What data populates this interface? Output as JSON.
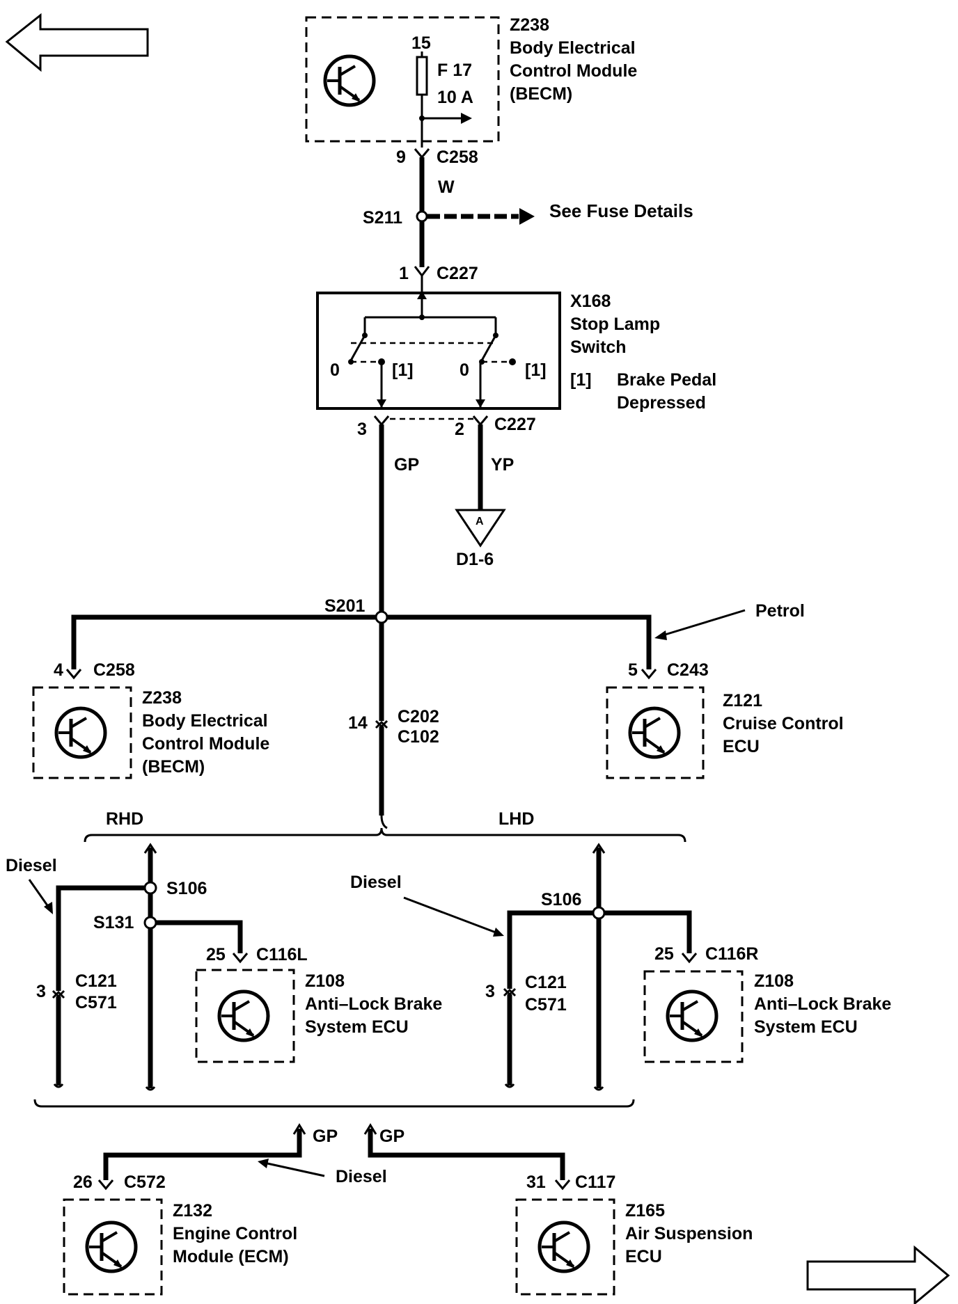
{
  "modules": {
    "becm_top": {
      "id": "Z238",
      "line1": "Body Electrical",
      "line2": "Control Module",
      "line3": "(BECM)"
    },
    "becm_left": {
      "id": "Z238",
      "line1": "Body Electrical",
      "line2": "Control Module",
      "line3": "(BECM)"
    },
    "cruise": {
      "id": "Z121",
      "line1": "Cruise Control",
      "line2": "ECU"
    },
    "abs_rhd": {
      "id": "Z108",
      "line1": "Anti–Lock Brake",
      "line2": "System ECU"
    },
    "abs_lhd": {
      "id": "Z108",
      "line1": "Anti–Lock Brake",
      "line2": "System ECU"
    },
    "ecm": {
      "id": "Z132",
      "line1": "Engine Control",
      "line2": "Module (ECM)"
    },
    "air": {
      "id": "Z165",
      "line1": "Air Suspension",
      "line2": "ECU"
    }
  },
  "fuse": {
    "pin": "15",
    "name": "F 17",
    "rating": "10 A"
  },
  "switch": {
    "id": "X168",
    "line1": "Stop Lamp",
    "line2": "Switch",
    "pos0": "0",
    "pos1": "[1]",
    "legend_key": "[1]",
    "legend_l1": "Brake Pedal",
    "legend_l2": "Depressed"
  },
  "connectors": {
    "c258_top": {
      "pin": "9",
      "name": "C258"
    },
    "c227_in": {
      "pin": "1",
      "name": "C227"
    },
    "c227_out_left": {
      "pin": "3"
    },
    "c227_out_right": {
      "pin": "2",
      "name": "C227"
    },
    "c258_left": {
      "pin": "4",
      "name": "C258"
    },
    "c243": {
      "pin": "5",
      "name": "C243"
    },
    "c202": {
      "pin": "14",
      "name1": "C202",
      "name2": "C102"
    },
    "c116l": {
      "pin": "25",
      "name": "C116L"
    },
    "c116r": {
      "pin": "25",
      "name": "C116R"
    },
    "c121_rhd": {
      "pin": "3",
      "name1": "C121",
      "name2": "C571"
    },
    "c121_lhd": {
      "pin": "3",
      "name1": "C121",
      "name2": "C571"
    },
    "c572": {
      "pin": "26",
      "name": "C572"
    },
    "c117": {
      "pin": "31",
      "name": "C117"
    }
  },
  "wires": {
    "w": "W",
    "gp": "GP",
    "yp": "YP",
    "gp_left": "GP",
    "gp_right": "GP"
  },
  "splices": {
    "s211": "S211",
    "s201": "S201",
    "s106_rhd": "S106",
    "s131": "S131",
    "s106_lhd": "S106"
  },
  "notes": {
    "fuse_details": "See Fuse Details",
    "ref_a": "A",
    "ref_d": "D1-6",
    "petrol": "Petrol",
    "diesel_rhd": "Diesel",
    "diesel_lhd": "Diesel",
    "diesel_bottom": "Diesel",
    "rhd": "RHD",
    "lhd": "LHD"
  },
  "icons": {
    "prev": "left-arrow-icon",
    "next": "right-arrow-icon",
    "ecu": "transistor-icon"
  }
}
